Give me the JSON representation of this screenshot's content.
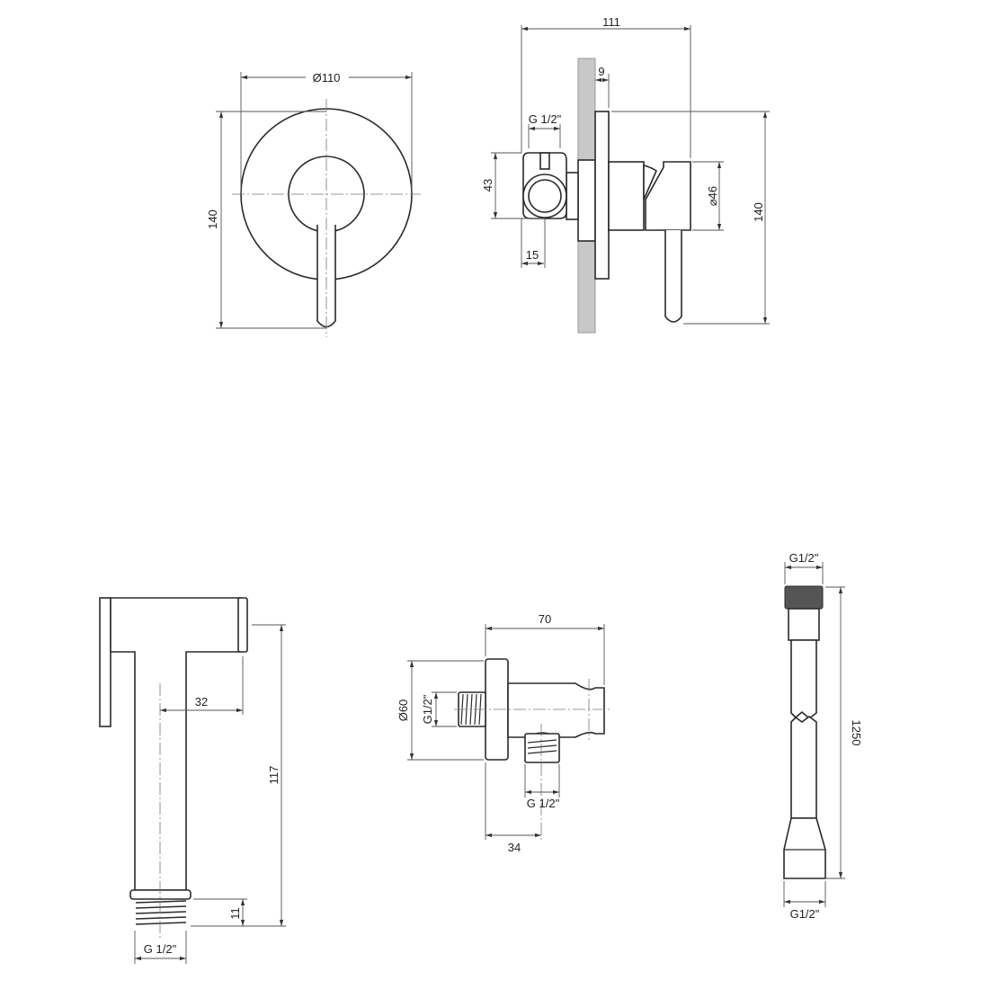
{
  "colors": {
    "line": "#2a2a2a",
    "wall": "#c8c8c8",
    "dim": "#555555",
    "nut": "#555555"
  },
  "mixer_front": {
    "diameter": "Ø110",
    "height": "140"
  },
  "mixer_side": {
    "depth": "111",
    "plate": "9",
    "thread": "G 1/2\"",
    "outlet_height": "43",
    "outlet_offset": "15",
    "body_diameter": "⌀46",
    "height": "140"
  },
  "hand_shower": {
    "reach": "32",
    "height": "117",
    "thread_length": "11",
    "thread": "G 1/2\""
  },
  "holder": {
    "depth": "70",
    "diameter": "Ø60",
    "inlet": "G1/2\"",
    "outlet": "G 1/2\"",
    "outlet_offset": "34"
  },
  "hose": {
    "top_thread": "G1/2\"",
    "length": "1250",
    "bottom_thread": "G1/2\""
  }
}
